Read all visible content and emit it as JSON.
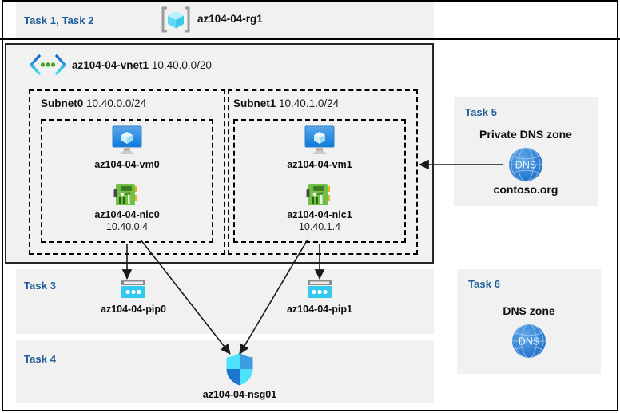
{
  "header": {
    "task_label": "Task 1, Task 2",
    "rg_icon": "resource-group-icon",
    "rg_name": "az104-04-rg1"
  },
  "vnet": {
    "icon": "virtual-network-icon",
    "name": "az104-04-vnet1",
    "cidr": "10.40.0.0/20"
  },
  "subnets": [
    {
      "name": "Subnet0",
      "cidr": "10.40.0.0/24",
      "vm": {
        "icon": "virtual-machine-icon",
        "name": "az104-04-vm0"
      },
      "nic": {
        "icon": "network-interface-icon",
        "name": "az104-04-nic0",
        "ip": "10.40.0.4"
      }
    },
    {
      "name": "Subnet1",
      "cidr": "10.40.1.0/24",
      "vm": {
        "icon": "virtual-machine-icon",
        "name": "az104-04-vm1"
      },
      "nic": {
        "icon": "network-interface-icon",
        "name": "az104-04-nic1",
        "ip": "10.40.1.4"
      }
    }
  ],
  "task3": {
    "label": "Task 3",
    "pip0": {
      "icon": "public-ip-address-icon",
      "name": "az104-04-pip0"
    },
    "pip1": {
      "icon": "public-ip-address-icon",
      "name": "az104-04-pip1"
    }
  },
  "task4": {
    "label": "Task 4",
    "nsg": {
      "icon": "network-security-group-icon",
      "name": "az104-04-nsg01"
    }
  },
  "task5": {
    "label": "Task 5",
    "title": "Private DNS zone",
    "icon": "dns-zone-icon",
    "icon_text": "DNS",
    "zone_name": "contoso.org"
  },
  "task6": {
    "label": "Task 6",
    "title": "DNS zone",
    "icon": "dns-zone-icon",
    "icon_text": "DNS"
  },
  "colors": {
    "task_label": "#1f5c99",
    "panel_bg": "#f1f1f1",
    "border": "#262626",
    "vm_blue": "#2f8ee0",
    "nic_green": "#5fb63b",
    "pip_cyan": "#32c8f0",
    "nsg_cyan": "#3fd7f7",
    "dns_blue": "#2a7cd4",
    "rg_cube": "#7fe3f5"
  }
}
